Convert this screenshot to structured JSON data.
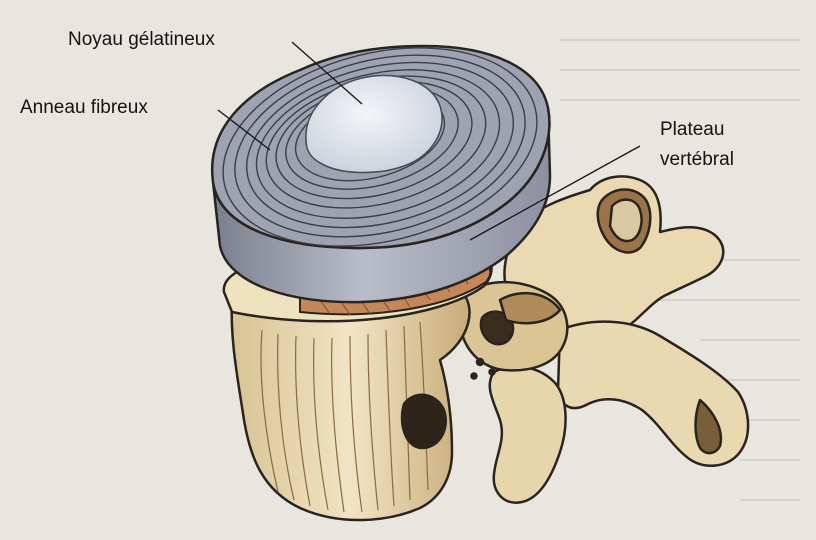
{
  "labels": {
    "nucleus": "Noyau gélatineux",
    "annulus": "Anneau fibreux",
    "endplate_line1": "Plateau",
    "endplate_line2": "vertébral"
  },
  "colors": {
    "background": "#e9e6e0",
    "disc": "#9ea3b1",
    "disc_rings": "#3b3e48",
    "nucleus": "#e3e7ee",
    "bone": "#e9dbb8",
    "bone_shadow": "#b4935d",
    "endplate": "#c4875a",
    "outline": "#2a2420"
  }
}
